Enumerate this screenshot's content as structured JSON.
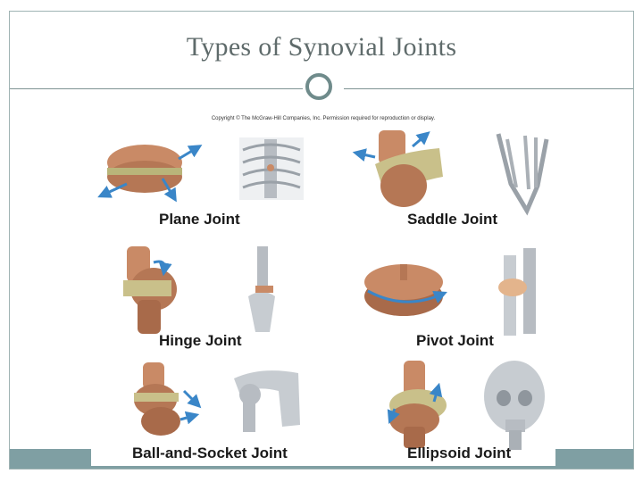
{
  "slide": {
    "title": "Types of Synovial Joints"
  },
  "figure": {
    "copyright": "Copyright © The McGraw-Hill Companies, Inc. Permission required for reproduction or display.",
    "joints": [
      {
        "label": "Plane Joint"
      },
      {
        "label": "Saddle Joint"
      },
      {
        "label": "Hinge Joint"
      },
      {
        "label": "Pivot Joint"
      },
      {
        "label": "Ball-and-Socket Joint"
      },
      {
        "label": "Ellipsoid Joint"
      }
    ]
  },
  "colors": {
    "title": "#5f6b6b",
    "divider": "#6f8b8b",
    "footer": "#7f9fa3",
    "cartilage": "#c98a66",
    "cartilage_dark": "#a86a4a",
    "bone": "#c7ccd1",
    "arrow": "#3a86c8"
  }
}
